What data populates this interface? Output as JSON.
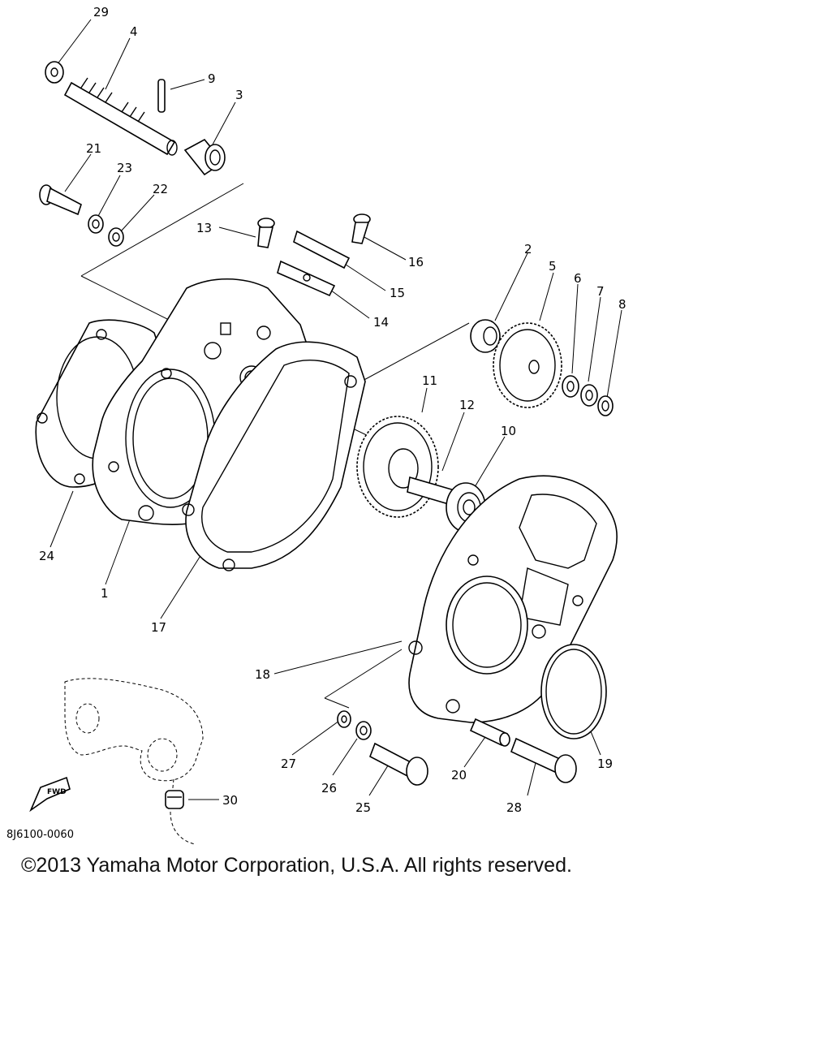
{
  "diagram": {
    "callouts": [
      "29",
      "4",
      "9",
      "3",
      "21",
      "23",
      "22",
      "13",
      "16",
      "15",
      "14",
      "2",
      "5",
      "6",
      "7",
      "8",
      "11",
      "12",
      "10",
      "24",
      "1",
      "17",
      "18",
      "19",
      "20",
      "27",
      "26",
      "25",
      "28",
      "30"
    ],
    "drawing_code": "8J6100-0060",
    "fwd_label": "FWD"
  },
  "footer": {
    "copyright": "©2013 Yamaha Motor Corporation, U.S.A. All rights reserved."
  }
}
